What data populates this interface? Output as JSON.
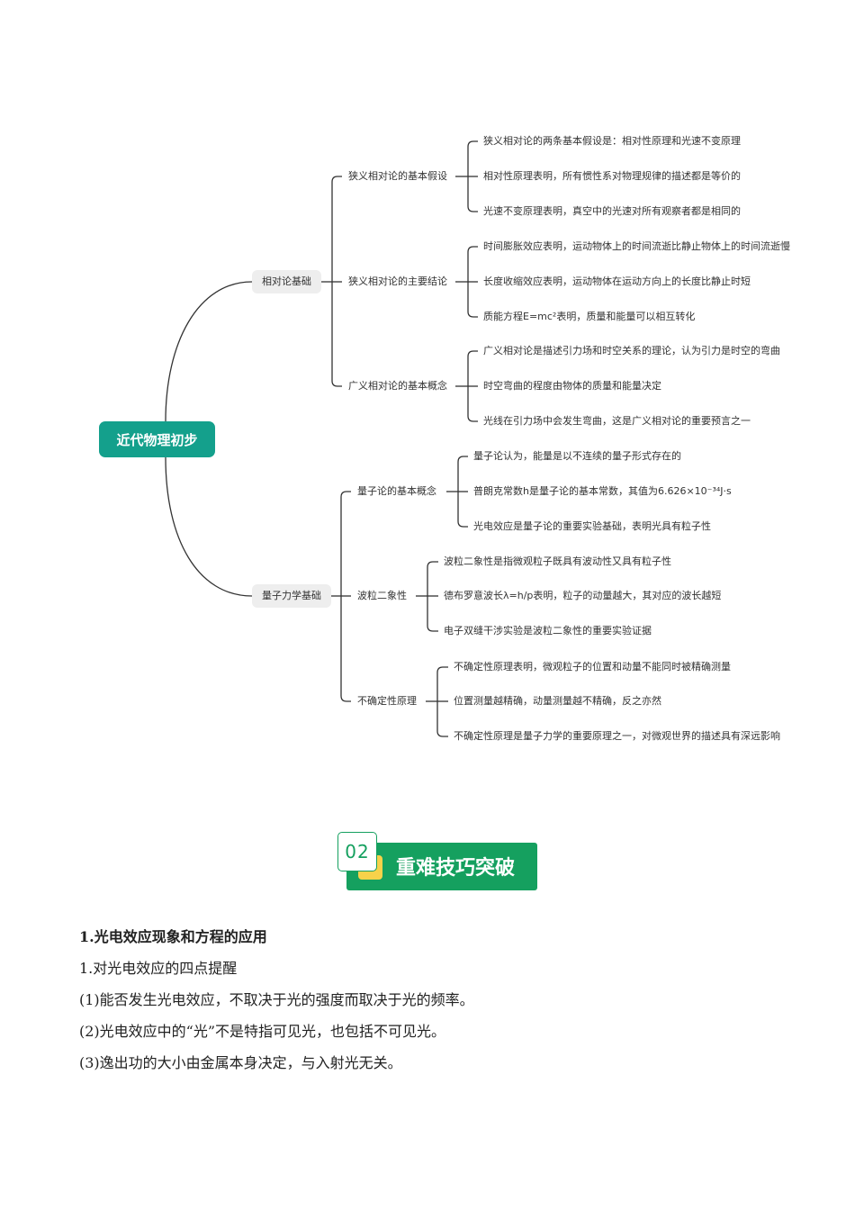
{
  "mindmap": {
    "root": "近代物理初步",
    "branches": [
      {
        "label": "相对论基础",
        "groups": [
          {
            "label": "狭义相对论的基本假设",
            "items": [
              "狭义相对论的两条基本假设是：相对性原理和光速不变原理",
              "相对性原理表明，所有惯性系对物理规律的描述都是等价的",
              "光速不变原理表明，真空中的光速对所有观察者都是相同的"
            ]
          },
          {
            "label": "狭义相对论的主要结论",
            "items": [
              "时间膨胀效应表明，运动物体上的时间流逝比静止物体上的时间流逝慢",
              "长度收缩效应表明，运动物体在运动方向上的长度比静止时短",
              "质能方程E=mc²表明，质量和能量可以相互转化"
            ]
          },
          {
            "label": "广义相对论的基本概念",
            "items": [
              "广义相对论是描述引力场和时空关系的理论，认为引力是时空的弯曲",
              "时空弯曲的程度由物体的质量和能量决定",
              "光线在引力场中会发生弯曲，这是广义相对论的重要预言之一"
            ]
          }
        ]
      },
      {
        "label": "量子力学基础",
        "groups": [
          {
            "label": "量子论的基本概念",
            "items": [
              "量子论认为，能量是以不连续的量子形式存在的",
              "普朗克常数h是量子论的基本常数，其值为6.626×10⁻³⁴J·s",
              "光电效应是量子论的重要实验基础，表明光具有粒子性"
            ]
          },
          {
            "label": "波粒二象性",
            "items": [
              "波粒二象性是指微观粒子既具有波动性又具有粒子性",
              "德布罗意波长λ=h/p表明，粒子的动量越大，其对应的波长越短",
              "电子双缝干涉实验是波粒二象性的重要实验证据"
            ]
          },
          {
            "label": "不确定性原理",
            "items": [
              "不确定性原理表明，微观粒子的位置和动量不能同时被精确测量",
              "位置测量越精确，动量测量越不精确，反之亦然",
              "不确定性原理是量子力学的重要原理之一，对微观世界的描述具有深远影响"
            ]
          }
        ]
      }
    ]
  },
  "banner": {
    "number": "02",
    "title": "重难技巧突破"
  },
  "section": {
    "heading": "1.光电效应现象和方程的应用",
    "paragraphs": [
      "1.对光电效应的四点提醒",
      "(1)能否发生光电效应，不取决于光的强度而取决于光的频率。",
      "(2)光电效应中的“光”不是特指可见光，也包括不可见光。",
      "(3)逸出功的大小由金属本身决定，与入射光无关。"
    ]
  }
}
